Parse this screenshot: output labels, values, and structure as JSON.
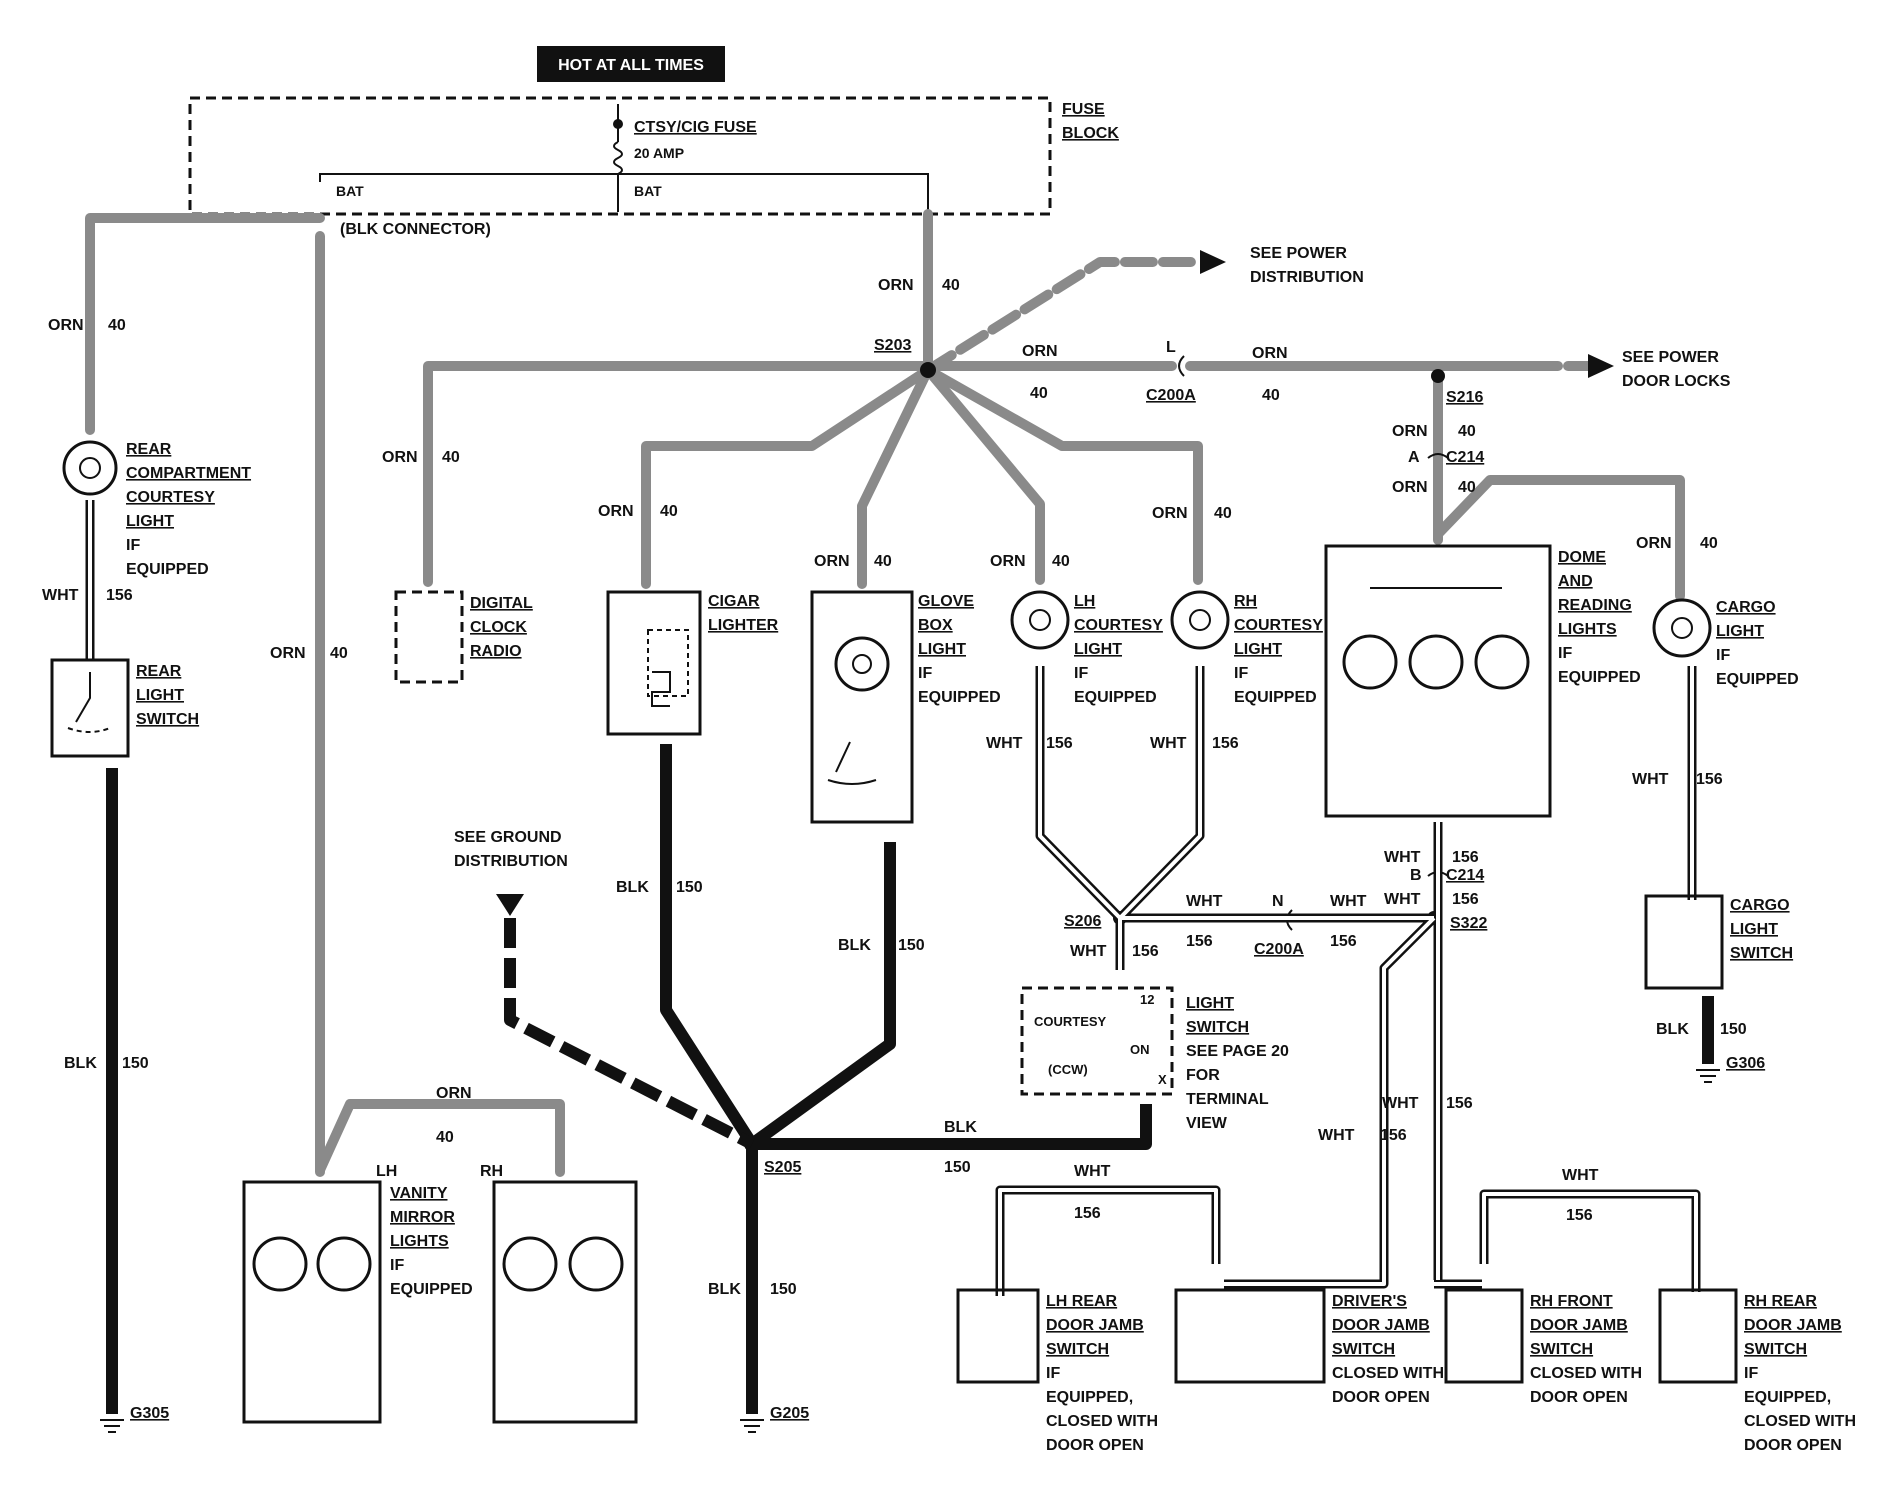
{
  "header": {
    "hot_label": "HOT AT ALL TIMES"
  },
  "fuse_block": {
    "label_line1": "FUSE",
    "label_line2": "BLOCK",
    "fuse_name": "CTSY/CIG FUSE",
    "fuse_rating": "20 AMP",
    "bat_left": "BAT",
    "bat_right": "BAT",
    "blk_connector": "(BLK CONNECTOR)"
  },
  "refs": {
    "power_distribution": [
      "SEE POWER",
      "DISTRIBUTION"
    ],
    "power_door_locks": [
      "SEE POWER",
      "DOOR LOCKS"
    ],
    "ground_distribution": [
      "SEE GROUND",
      "DISTRIBUTION"
    ]
  },
  "splices": {
    "s203": "S203",
    "s216": "S216",
    "s206": "S206",
    "s322": "S322",
    "s205": "S205"
  },
  "connectors": {
    "c200a_1": "C200A",
    "c200a_2": "C200A",
    "c214_a": "C214",
    "c214_b": "C214",
    "l": "L",
    "a": "A",
    "b": "B",
    "n": "N"
  },
  "wire_labels": {
    "orn": "ORN",
    "n40": "40",
    "wht": "WHT",
    "n156": "156",
    "blk": "BLK",
    "n150": "150"
  },
  "components": {
    "rear_courtesy": [
      "REAR",
      "COMPARTMENT",
      "COURTESY",
      "LIGHT",
      "IF",
      "EQUIPPED"
    ],
    "rear_switch": [
      "REAR",
      "LIGHT",
      "SWITCH"
    ],
    "digital_clock": [
      "DIGITAL",
      "CLOCK",
      "RADIO"
    ],
    "cigar": [
      "CIGAR",
      "LIGHTER"
    ],
    "glove_box": [
      "GLOVE",
      "BOX",
      "LIGHT",
      "IF",
      "EQUIPPED"
    ],
    "lh_courtesy": [
      "LH",
      "COURTESY",
      "LIGHT",
      "IF",
      "EQUIPPED"
    ],
    "rh_courtesy": [
      "RH",
      "COURTESY",
      "LIGHT",
      "IF",
      "EQUIPPED"
    ],
    "dome": [
      "DOME",
      "AND",
      "READING",
      "LIGHTS",
      "IF",
      "EQUIPPED"
    ],
    "cargo_light": [
      "CARGO",
      "LIGHT",
      "IF",
      "EQUIPPED"
    ],
    "cargo_switch": [
      "CARGO",
      "LIGHT",
      "SWITCH"
    ],
    "light_switch": [
      "LIGHT",
      "SWITCH",
      "SEE PAGE 20",
      "FOR",
      "TERMINAL",
      "VIEW"
    ],
    "light_switch_inner": {
      "courtesy": "COURTESY",
      "ccw": "(CCW)",
      "on": "ON",
      "t12": "12",
      "x": "X"
    },
    "vanity": [
      "VANITY",
      "MIRROR",
      "LIGHTS",
      "IF",
      "EQUIPPED"
    ],
    "vanity_lh": "LH",
    "vanity_rh": "RH",
    "lh_rear_jamb": [
      "LH REAR",
      "DOOR JAMB",
      "SWITCH",
      "IF",
      "EQUIPPED,",
      "CLOSED WITH",
      "DOOR OPEN"
    ],
    "drivers_jamb": [
      "DRIVER'S",
      "DOOR JAMB",
      "SWITCH",
      "CLOSED WITH",
      "DOOR OPEN"
    ],
    "rh_front_jamb": [
      "RH FRONT",
      "DOOR JAMB",
      "SWITCH",
      "CLOSED WITH",
      "DOOR OPEN"
    ],
    "rh_rear_jamb": [
      "RH REAR",
      "DOOR JAMB",
      "SWITCH",
      "IF",
      "EQUIPPED,",
      "CLOSED WITH",
      "DOOR OPEN"
    ]
  },
  "grounds": {
    "g305": "G305",
    "g205": "G205",
    "g306": "G306"
  }
}
